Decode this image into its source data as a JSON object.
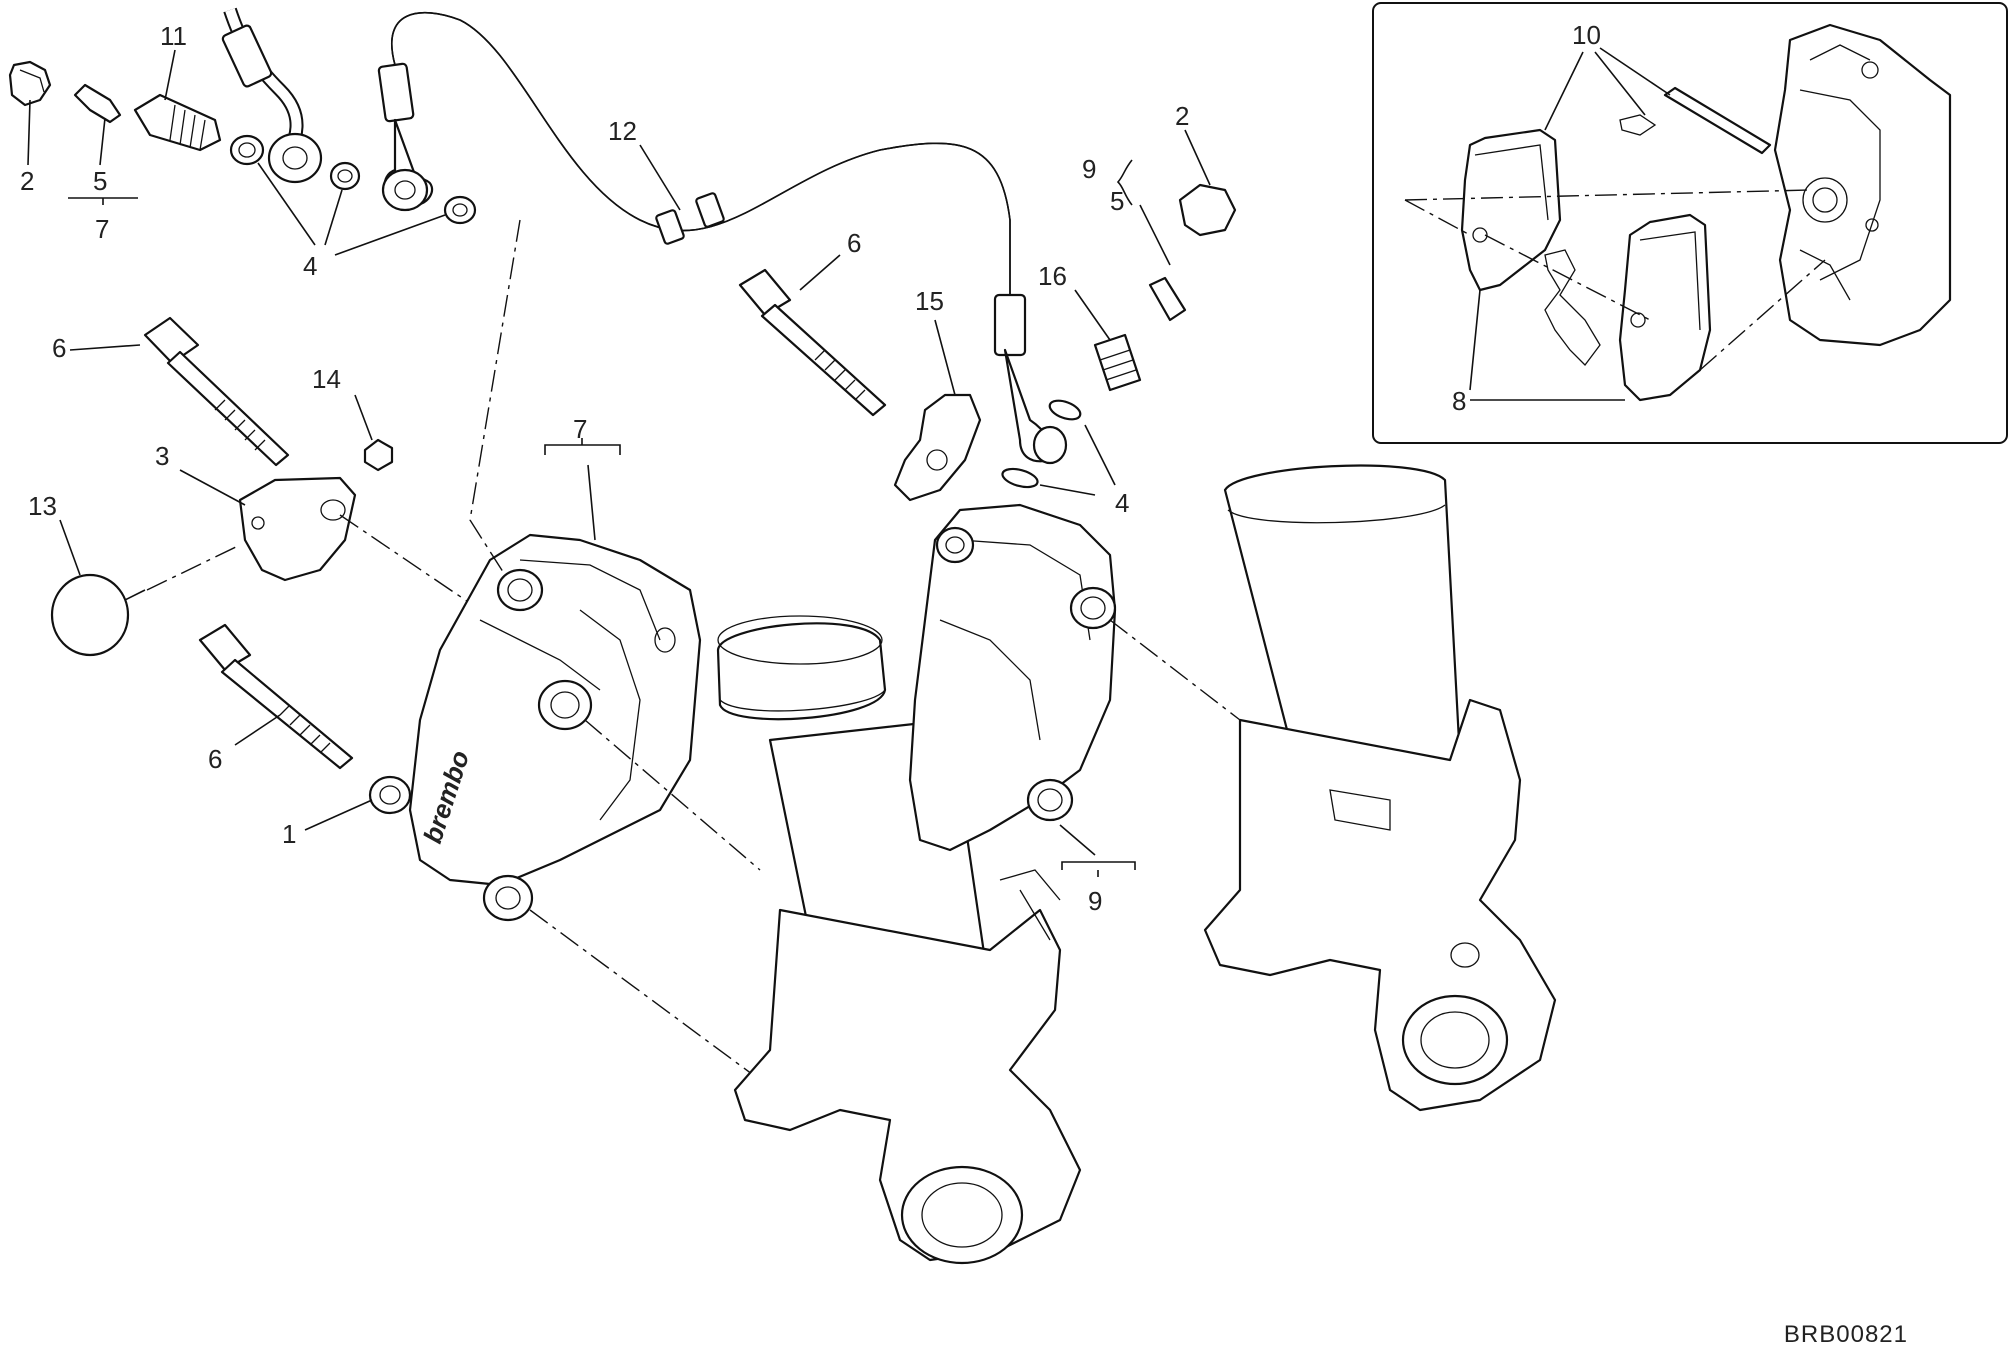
{
  "diagram": {
    "drawing_code": "BRB00821",
    "brand_mark": "brembo",
    "callouts": {
      "c1": "1",
      "c2a": "2",
      "c2b": "2",
      "c3": "3",
      "c4a": "4",
      "c4b": "4",
      "c5a": "5",
      "c5b": "5",
      "c6a": "6",
      "c6b": "6",
      "c6c": "6",
      "c7a": "7",
      "c7b": "7",
      "c8": "8",
      "c9a": "9",
      "c9b": "9",
      "c10": "10",
      "c11": "11",
      "c12": "12",
      "c13": "13",
      "c14": "14",
      "c15": "15",
      "c16": "16"
    }
  }
}
